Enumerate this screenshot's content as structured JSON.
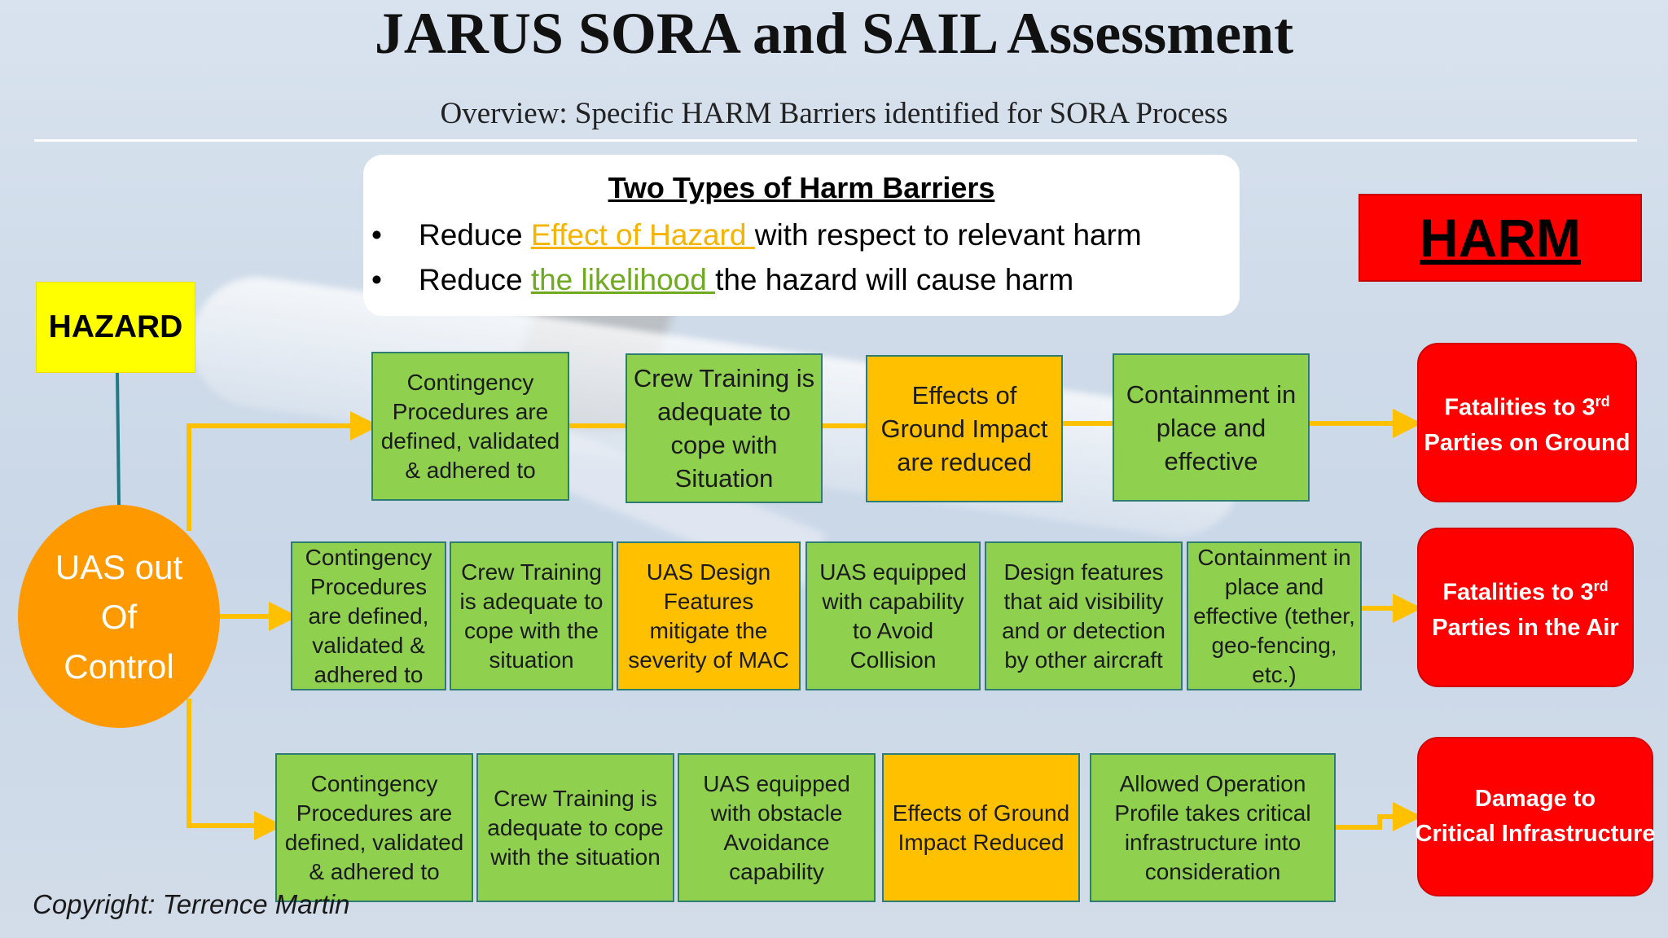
{
  "title": "JARUS SORA and SAIL Assessment",
  "subtitle": "Overview: Specific HARM Barriers identified for SORA Process",
  "harm_barriers": {
    "title": "Two Types of Harm Barriers",
    "bullet1": {
      "prefix": "Reduce ",
      "highlight": "Effect of Hazard ",
      "suffix": "with respect to relevant harm"
    },
    "bullet2": {
      "prefix": "Reduce ",
      "highlight": "the likelihood ",
      "suffix": "the hazard will cause harm"
    },
    "bullet_glyph": "•"
  },
  "hazard_label": "HAZARD",
  "harm_label": "HARM",
  "source": {
    "line1": "UAS out",
    "line2": "Of",
    "line3": "Control"
  },
  "row1": {
    "barriers": [
      "Contingency Procedures are defined, validated & adhered to",
      "Crew Training is adequate to cope with Situation",
      "Effects of Ground Impact are reduced",
      "Containment in place and effective"
    ],
    "outcome": {
      "line1": "Fatalities to 3",
      "sup": "rd",
      "line2": "Parties on Ground"
    }
  },
  "row2": {
    "barriers": [
      "Contingency Procedures are defined, validated & adhered to",
      "Crew Training is adequate to cope with the situation",
      "UAS Design Features mitigate the severity of MAC",
      "UAS equipped with capability to Avoid Collision",
      "Design features that aid visibility and or detection by other aircraft",
      "Containment in place and effective (tether, geo-fencing, etc.)"
    ],
    "outcome": {
      "line1": "Fatalities to 3",
      "sup": "rd",
      "line2": "Parties in the Air"
    }
  },
  "row3": {
    "barriers": [
      "Contingency Procedures are defined, validated & adhered to",
      "Crew Training is adequate to cope with the situation",
      "UAS equipped with obstacle Avoidance capability",
      "Effects of Ground Impact Reduced",
      "Allowed Operation Profile  takes critical infrastructure into consideration"
    ],
    "outcome": {
      "line1": "Damage to",
      "line2": "Critical Infrastructure"
    }
  },
  "copyright": "Copyright: Terrence Martin",
  "colors": {
    "barrier_green": "#8fd14f",
    "barrier_orange": "#ffc000",
    "harm_red": "#ff0000",
    "hazard_yellow": "#ffff00",
    "source_orange": "#ff9900",
    "connector": "#ffc000"
  }
}
